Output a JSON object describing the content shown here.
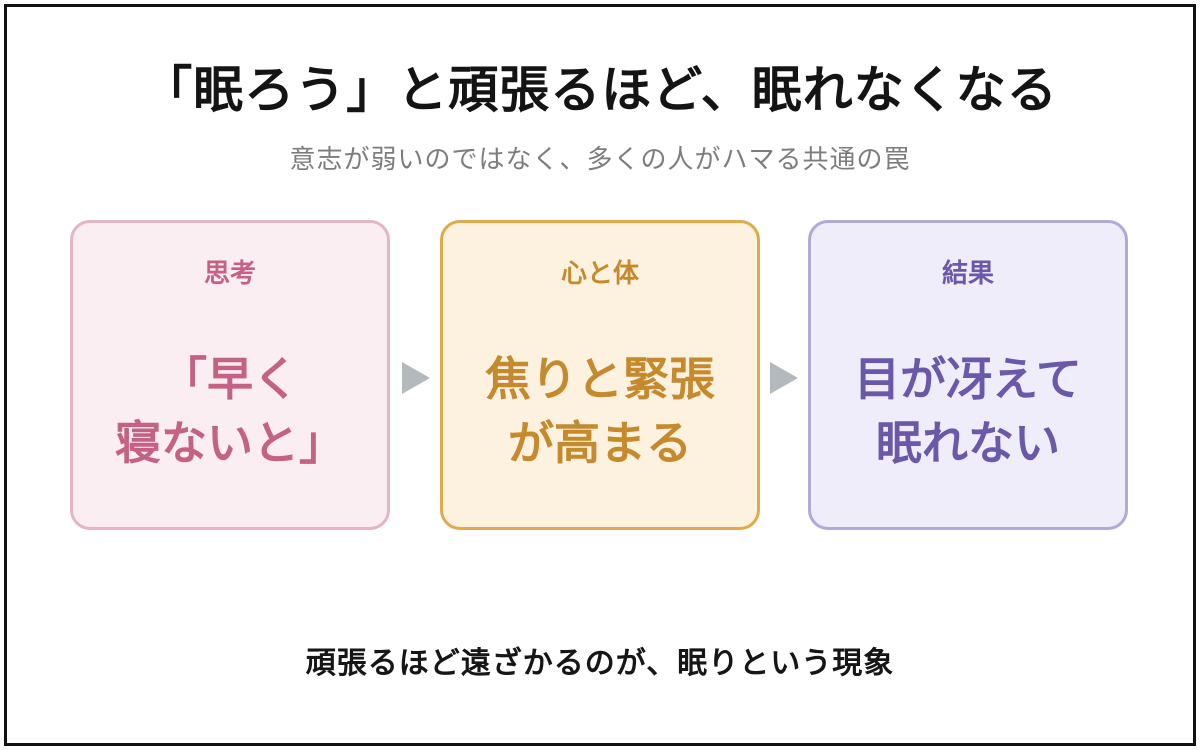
{
  "title": "「眠ろう」と頑張るほど、眠れなくなる",
  "subtitle": "意志が弱いのではなく、多くの人がハマる共通の罠",
  "cards": [
    {
      "label": "思考",
      "line1": "「早く",
      "line2": "寝ないと」",
      "color": "#c46283",
      "background": "#fbeef2",
      "border": "#e5b5c5"
    },
    {
      "label": "心と体",
      "line1": "焦りと緊張",
      "line2": "が高まる",
      "color": "#c48a2d",
      "background": "#fdf2e0",
      "border": "#deaa4b"
    },
    {
      "label": "結果",
      "line1": "目が冴えて",
      "line2": "眠れない",
      "color": "#6a58a8",
      "background": "#efedfa",
      "border": "#b2a9d8"
    }
  ],
  "arrows": {
    "color": "#b3b9bc",
    "icon": "triangle-right-icon"
  },
  "footer": "頑張るほど遠ざかるのが、眠りという現象"
}
